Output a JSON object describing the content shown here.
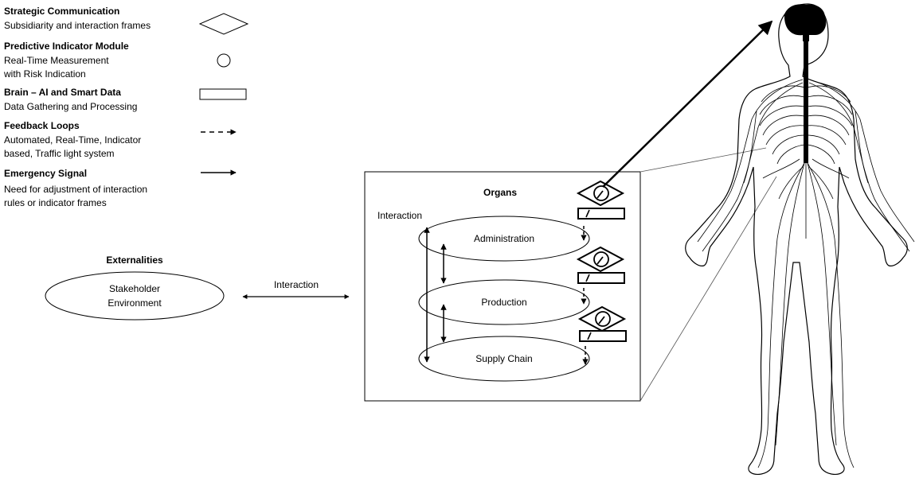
{
  "legend": [
    {
      "title": "Strategic Communication",
      "desc": [
        "Subsidiarity and interaction frames"
      ],
      "symbol": "diamond"
    },
    {
      "title": "Predictive Indicator Module",
      "desc": [
        "Real-Time Measurement",
        "with Risk Indication"
      ],
      "symbol": "circle"
    },
    {
      "title": "Brain – AI and Smart Data",
      "desc": [
        "Data Gathering and Processing"
      ],
      "symbol": "rectangle"
    },
    {
      "title": "Feedback Loops",
      "desc": [
        "Automated, Real-Time, Indicator",
        "based, Traffic light system"
      ],
      "symbol": "dashed-arrow"
    },
    {
      "title": "Emergency Signal",
      "desc": [
        "Need for adjustment of interaction",
        "rules or indicator frames"
      ],
      "symbol": "solid-arrow"
    }
  ],
  "externalities": {
    "title": "Externalities",
    "lines": [
      "Stakeholder",
      "Environment"
    ]
  },
  "interaction_label": "Interaction",
  "organs": {
    "title": "Organs",
    "interaction_label": "Interaction",
    "items": [
      "Administration",
      "Production",
      "Supply Chain"
    ]
  },
  "figure": {
    "symbol": "human-nervous-system"
  },
  "colors": {
    "line": "#000000",
    "background": "#ffffff",
    "body_fill": "#ffffff",
    "brain_fill": "#000000"
  }
}
